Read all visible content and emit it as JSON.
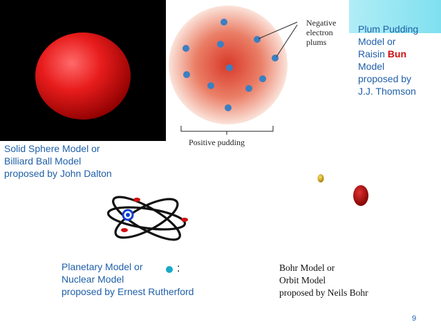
{
  "slide": {
    "page_number": "9",
    "accent_color": "#1f5fa8",
    "bullet_color": "#19a9c7"
  },
  "dalton": {
    "lines": [
      "Solid Sphere Model or",
      "Billiard Ball Model",
      "proposed by John Dalton"
    ],
    "sphere_color": "#e01818"
  },
  "thomson": {
    "figure": {
      "negative_label": [
        "Negative",
        "electron",
        "plums"
      ],
      "positive_label": "Positive pudding",
      "pudding_color": "#e0563e",
      "electron_color": "#3b7fc2"
    },
    "lines": [
      "Plum Pudding",
      "Model or"
    ],
    "raisin_prefix": "Raisin ",
    "raisin_bold": "Bun",
    "lines_after": [
      "Model",
      "proposed by",
      "J.J. Thomson"
    ]
  },
  "rutherford": {
    "lines": [
      "Planetary Model or",
      "Nuclear Model",
      "proposed by Ernest Rutherford"
    ],
    "colon": ":",
    "nucleus_color": "#1040d0",
    "electron_color": "#d01010"
  },
  "bohr": {
    "lines": [
      "Bohr Model or",
      "Orbit Model",
      "proposed by Neils Bohr"
    ],
    "electron_color": "#d4a800",
    "nucleus_color": "#c01010"
  }
}
